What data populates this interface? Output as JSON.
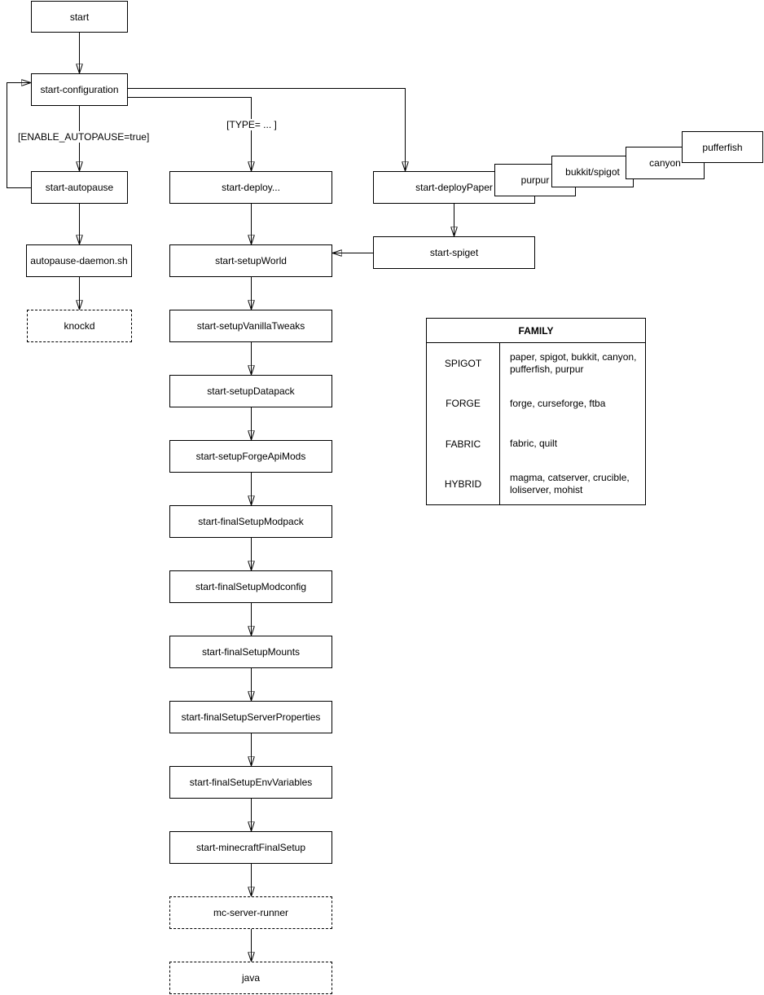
{
  "nodes": {
    "start": "start",
    "start_configuration": "start-configuration",
    "start_autopause": "start-autopause",
    "autopause_daemon": "autopause-daemon.sh",
    "knockd": "knockd",
    "start_deploy": "start-deploy...",
    "start_setup_world": "start-setupWorld",
    "start_setup_vanilla_tweaks": "start-setupVanillaTweaks",
    "start_setup_datapack": "start-setupDatapack",
    "start_setup_forge_api_mods": "start-setupForgeApiMods",
    "start_final_setup_modpack": "start-finalSetupModpack",
    "start_final_setup_modconfig": "start-finalSetupModconfig",
    "start_final_setup_mounts": "start-finalSetupMounts",
    "start_final_setup_server_properties": "start-finalSetupServerProperties",
    "start_final_setup_env_variables": "start-finalSetupEnvVariables",
    "start_minecraft_final_setup": "start-minecraftFinalSetup",
    "mc_server_runner": "mc-server-runner",
    "java": "java",
    "start_deploy_paper": "start-deployPaper",
    "purpur": "purpur",
    "bukkit_spigot": "bukkit/spigot",
    "canyon": "canyon",
    "pufferfish": "pufferfish",
    "start_spiget": "start-spiget"
  },
  "edge_labels": {
    "enable_autopause": "[ENABLE_AUTOPAUSE=true]",
    "type": "[TYPE= ... ]"
  },
  "family_table": {
    "title": "FAMILY",
    "rows": [
      {
        "family": "SPIGOT",
        "members": "paper, spigot, bukkit, canyon, pufferfish, purpur"
      },
      {
        "family": "FORGE",
        "members": "forge, curseforge, ftba"
      },
      {
        "family": "FABRIC",
        "members": "fabric, quilt"
      },
      {
        "family": "HYBRID",
        "members": "magma, catserver, crucible, loliserver, mohist"
      }
    ]
  },
  "colors": {
    "border": "#000000",
    "fill": "#ffffff",
    "text": "#000000",
    "background": "#ffffff"
  }
}
